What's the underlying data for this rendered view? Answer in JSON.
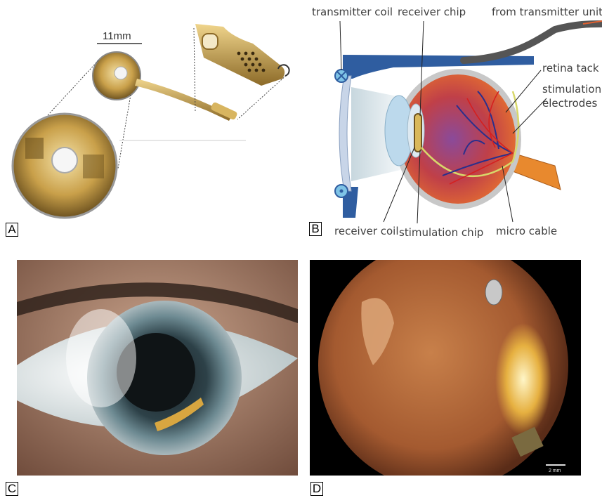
{
  "panels": {
    "a": {
      "letter": "A",
      "scale_label": "11mm"
    },
    "b": {
      "letter": "B",
      "labels": {
        "transmitter_coil": "transmitter coil",
        "receiver_chip": "receiver chip",
        "from_transmitter_unit": "from transmitter unit",
        "retina_tack": "retina tack",
        "stimulation": "stimulation",
        "electrodes": "electrodes",
        "receiver_coil": "receiver coil",
        "stimulation_chip": "stimulation chip",
        "micro_cable": "micro cable"
      }
    },
    "c": {
      "letter": "C"
    },
    "d": {
      "letter": "D",
      "scalebar_label": "2 mm"
    }
  },
  "colors": {
    "gold": "#c9a04a",
    "frame_blue": "#2f5da0",
    "eye_red": "#c9443f",
    "vessel_blue": "#2a2f8c",
    "fundus_orange": "#b8683a"
  }
}
